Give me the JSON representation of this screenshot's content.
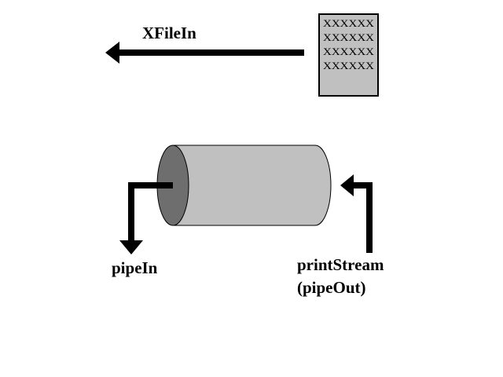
{
  "labels": {
    "xfilein": "XFileIn",
    "pipein": "pipeIn",
    "printstream": "printStream",
    "pipeout": "(pipeOut)"
  },
  "document": {
    "lines": [
      "XXXXXX",
      "XXXXXX",
      "XXXXXX",
      "XXXXXX"
    ]
  },
  "colors": {
    "background": "#ffffff",
    "ink": "#000000",
    "cylinder_body": "#c0c0c0",
    "cylinder_end": "#6e6e6e",
    "document_fill": "#c0c0c0"
  }
}
